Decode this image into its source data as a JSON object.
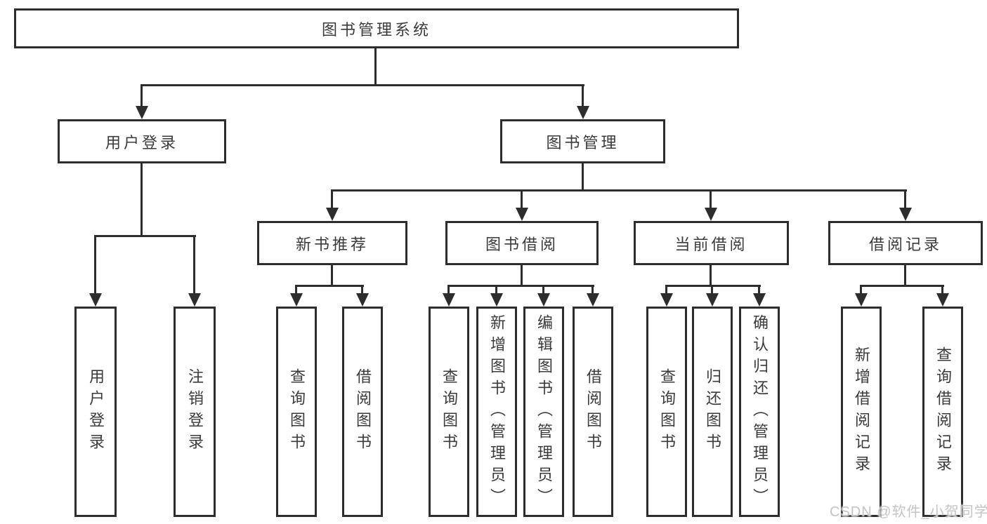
{
  "tree": {
    "root": {
      "label": "图书管理系统"
    },
    "level1": [
      {
        "label": "用户登录",
        "children": [
          {
            "label": "用户登录"
          },
          {
            "label": "注销登录"
          }
        ]
      },
      {
        "label": "图书管理",
        "children": [
          {
            "label": "新书推荐",
            "children": [
              {
                "label": "查询图书"
              },
              {
                "label": "借阅图书"
              }
            ]
          },
          {
            "label": "图书借阅",
            "children": [
              {
                "label": "查询图书"
              },
              {
                "label": "新增图书（管理员）"
              },
              {
                "label": "编辑图书（管理员）"
              },
              {
                "label": "借阅图书"
              }
            ]
          },
          {
            "label": "当前借阅",
            "children": [
              {
                "label": "查询图书"
              },
              {
                "label": "归还图书"
              },
              {
                "label": "确认归还（管理员）"
              }
            ]
          },
          {
            "label": "借阅记录",
            "children": [
              {
                "label": "新增借阅记录"
              },
              {
                "label": "查询借阅记录"
              }
            ]
          }
        ]
      }
    ]
  },
  "watermark": {
    "text": "CSDN @软件_小贺同学"
  },
  "colors": {
    "line": "#2d2d2d",
    "box_border": "#2d2d2d",
    "text": "#3a3a3a",
    "watermark": "#c4c4c4",
    "background": "#ffffff"
  }
}
